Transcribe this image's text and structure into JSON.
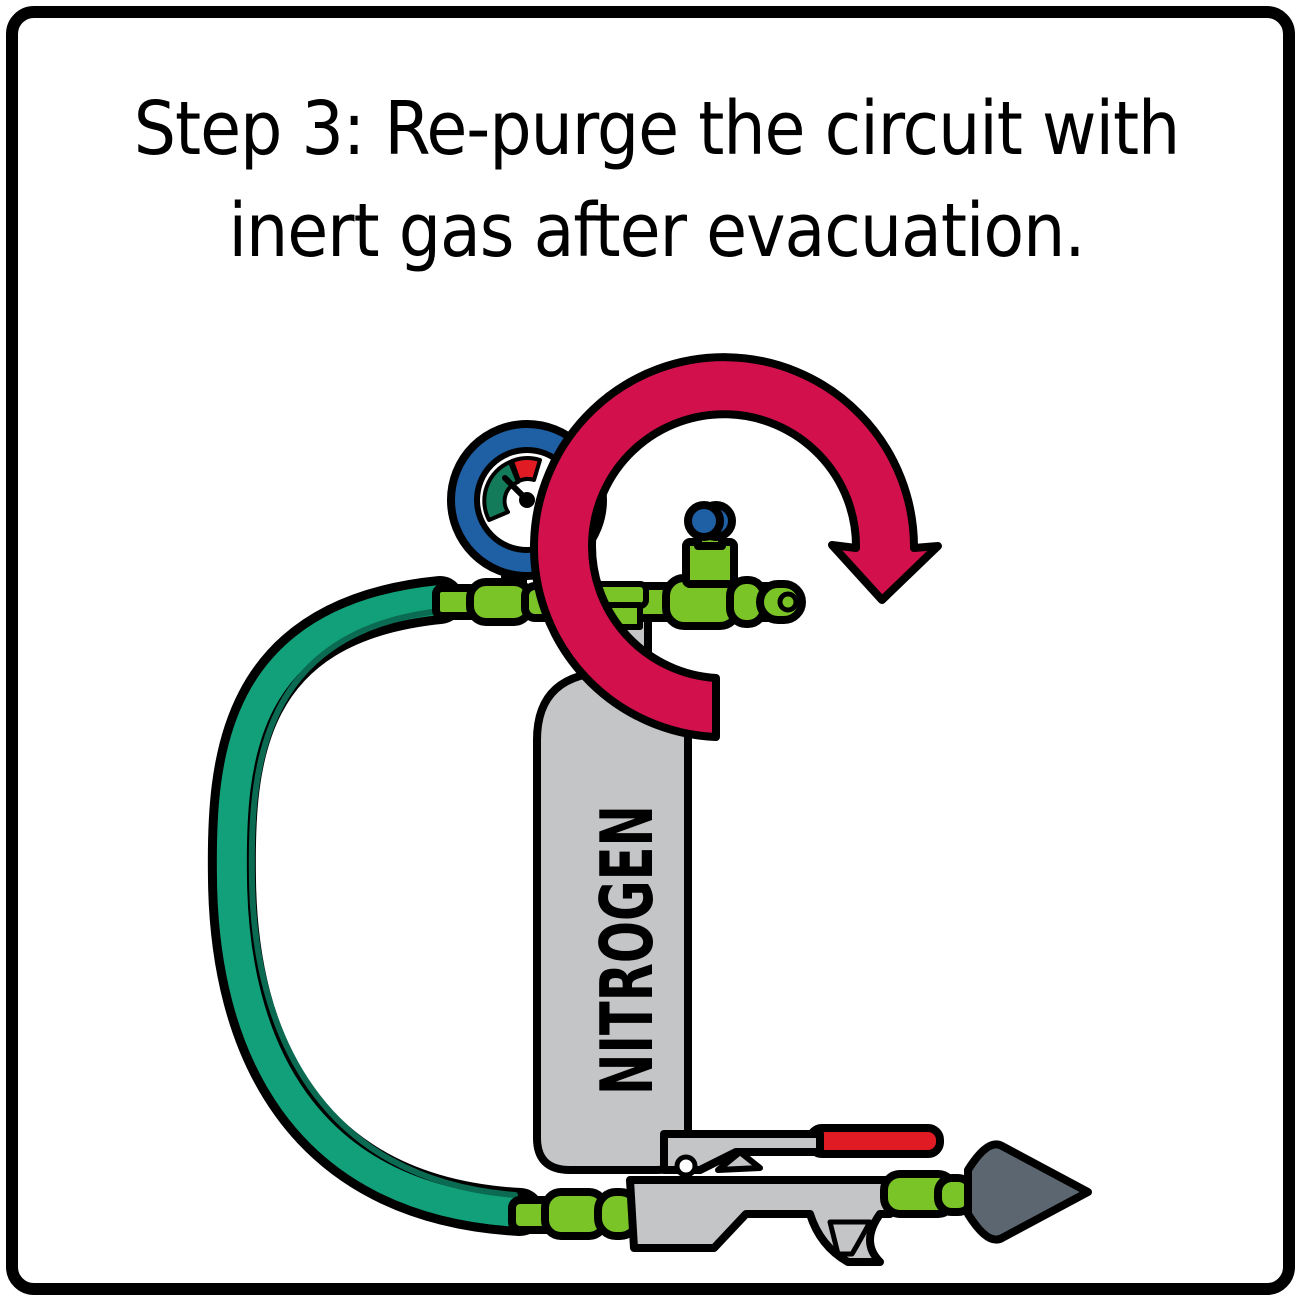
{
  "title": {
    "line1": "Step 3: Re-purge the circuit with",
    "line2": "inert gas after evacuation."
  },
  "cylinder": {
    "label": "NITROGEN"
  },
  "colors": {
    "outline": "#000000",
    "cylinder": "#c4c5c7",
    "fittings": "#7ac427",
    "hose": "#12a07a",
    "gauge_ring": "#1f5fa3",
    "gauge_dial": "#137a5a",
    "arrow": "#d2114c",
    "trigger": "#e01b24",
    "nozzle_tip": "#5b6670",
    "gun_body": "#c4c5c7"
  },
  "icons": [
    "nitrogen-cylinder-icon",
    "pressure-gauge-icon",
    "valve-icon",
    "hose-icon",
    "blow-gun-icon",
    "circular-arrow-icon"
  ]
}
